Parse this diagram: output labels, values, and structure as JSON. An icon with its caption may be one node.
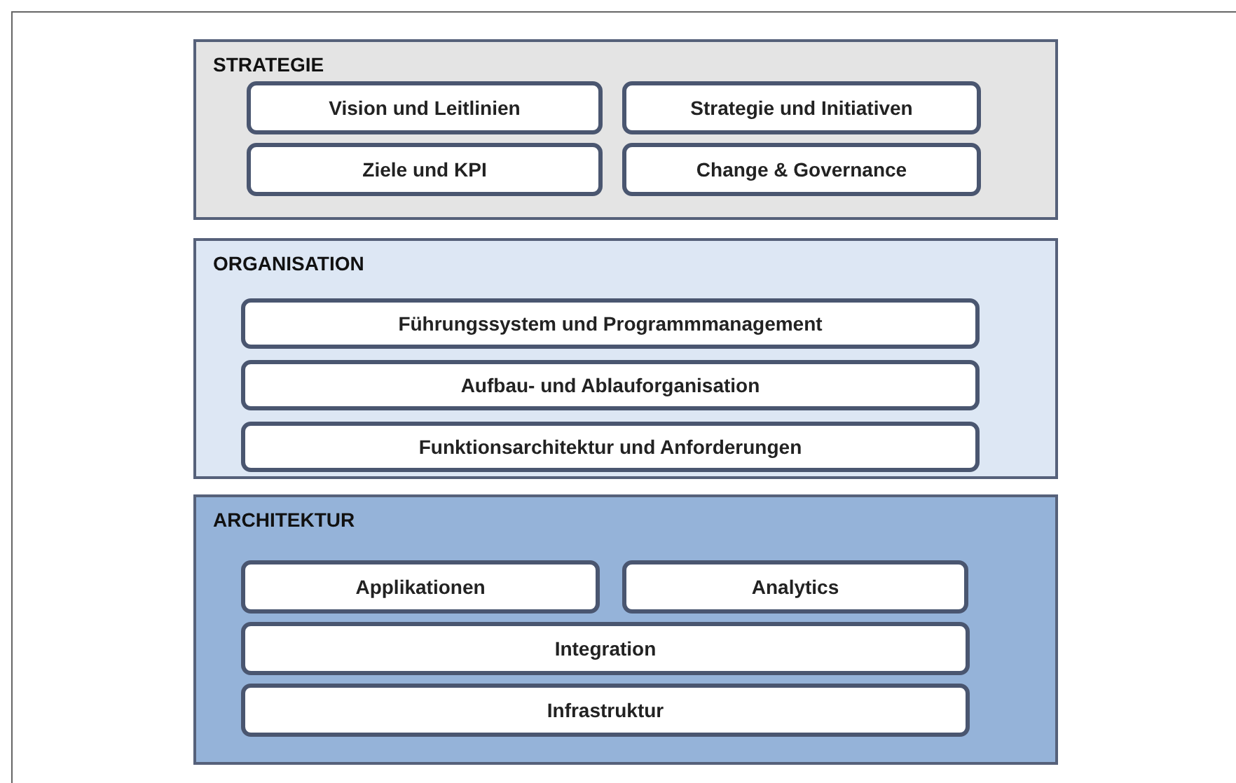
{
  "diagram": {
    "nodes": [
      {
        "text": [
          "STRATEGIE"
        ]
      },
      {
        "text": [
          "Vision und Leitlinien"
        ],
        "in": 0
      },
      {
        "text": [
          "Strategie und Initiativen"
        ],
        "in": 0
      },
      {
        "text": [
          "Ziele und KPI"
        ],
        "in": 0
      },
      {
        "text": [
          "Change & Governance"
        ],
        "in": 0
      },
      {
        "text": [
          "ORGANISATION"
        ]
      },
      {
        "text": [
          "Führungssystem und Programmmanagement"
        ],
        "in": 5
      },
      {
        "text": [
          "Aufbau- und Ablauforganisation"
        ],
        "in": 5
      },
      {
        "text": [
          "Funktionsarchitektur und Anforderungen"
        ],
        "in": 5
      },
      {
        "text": [
          "ARCHITEKTUR"
        ]
      },
      {
        "text": [
          "Applikationen"
        ],
        "in": 9
      },
      {
        "text": [
          "Analytics"
        ],
        "in": 9
      },
      {
        "text": [
          "Integration"
        ],
        "in": 9
      },
      {
        "text": [
          "Infrastruktur"
        ],
        "in": 9
      }
    ]
  }
}
